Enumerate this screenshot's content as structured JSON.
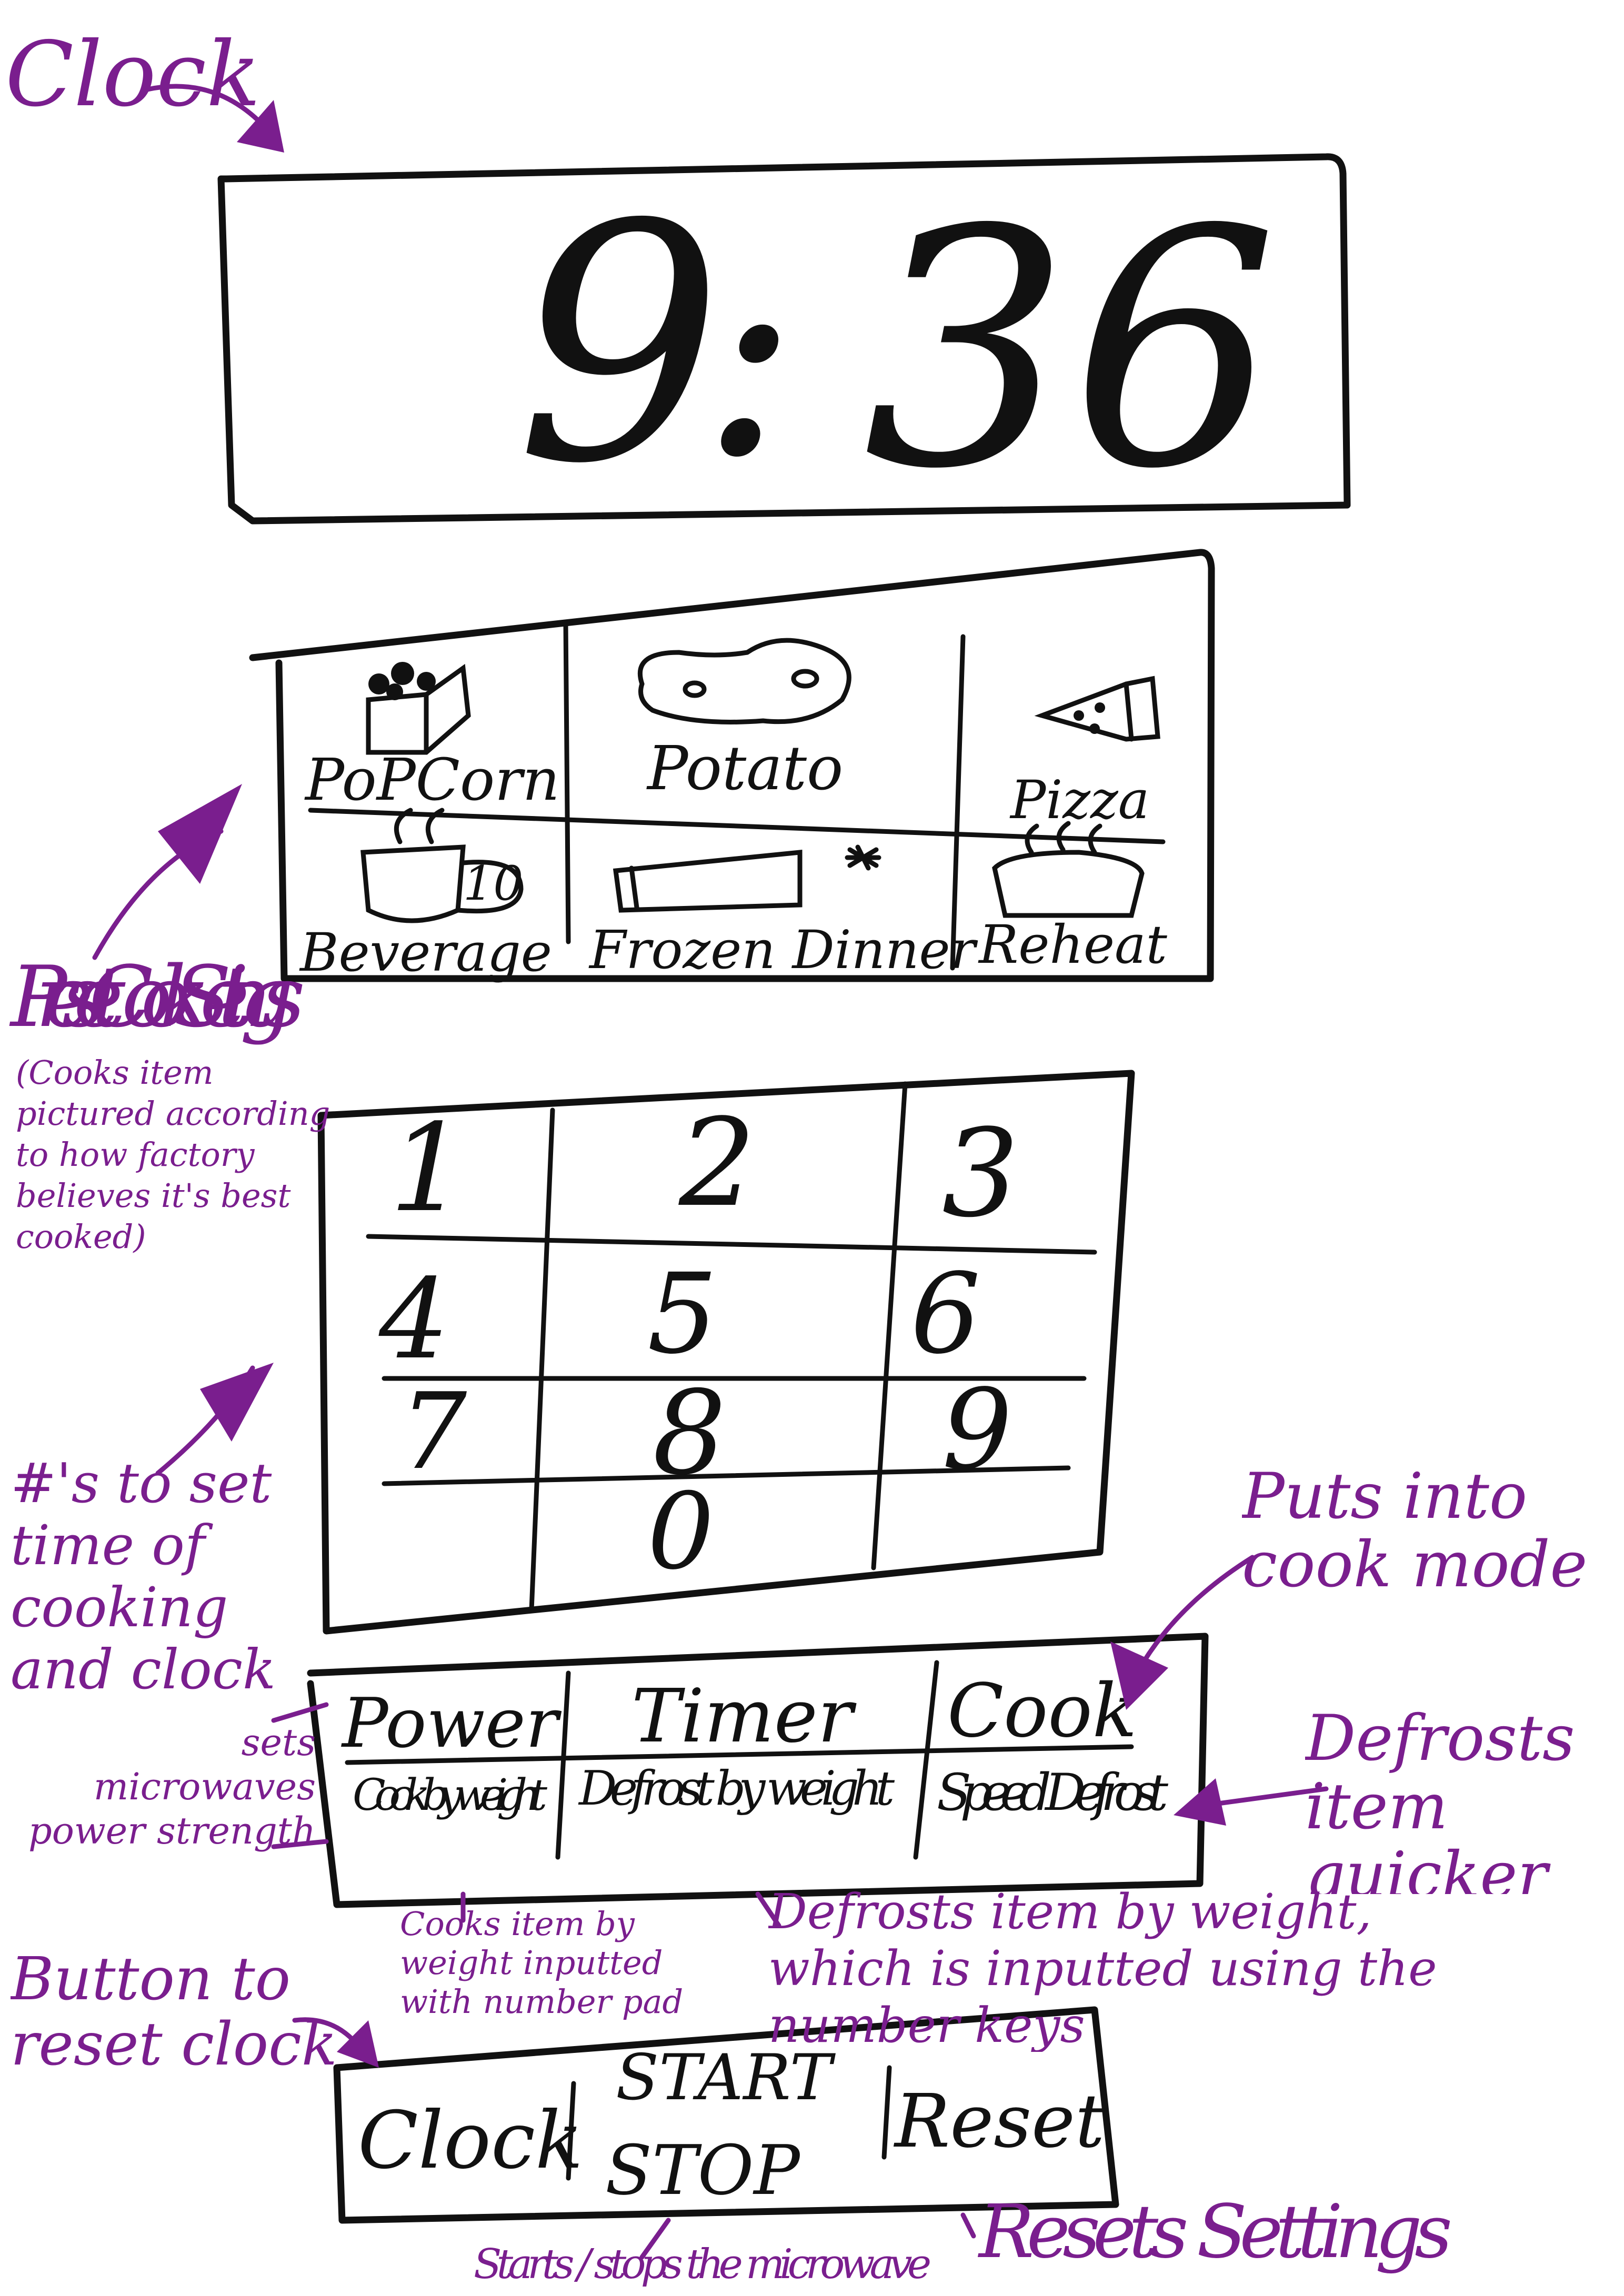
{
  "clock_display": {
    "hours": "9",
    "separator": ":",
    "minutes": "36"
  },
  "presets": [
    {
      "label": "PoPCorn",
      "icon": "popcorn-icon"
    },
    {
      "label": "Potato",
      "icon": "potato-icon"
    },
    {
      "label": "Pizza",
      "icon": "pizza-icon"
    },
    {
      "label": "Beverage",
      "icon": "mug-icon"
    },
    {
      "label": "Frozen Dinner",
      "icon": "tray-icon"
    },
    {
      "label": "Reheat",
      "icon": "bowl-icon"
    }
  ],
  "beverage_badge": "10",
  "keypad": [
    "1",
    "2",
    "3",
    "4",
    "5",
    "6",
    "7",
    "8",
    "9",
    "0"
  ],
  "functions": {
    "power": "Power",
    "timer": "Timer",
    "cook": "Cook",
    "cook_by_weight": "Cook by weight",
    "defrost_by_weight": "Defrost by weight",
    "speed_defrost": "Speed Defrost"
  },
  "controls": {
    "clock": "Clock",
    "start": "START",
    "stop": "STOP",
    "reset": "Reset"
  },
  "annotations": {
    "clock": "Clock",
    "presets_title": "Preset Cook Settings",
    "presets_note": "(Cooks item pictured according to how factory believes it's best cooked)",
    "keypad_note": "#'s to set time of cooking and clock",
    "power_note": "sets microwaves power strength",
    "cook_note": "Puts into cook mode",
    "speed_defrost_note": "Defrosts item quicker",
    "cook_by_weight_note": "Cooks item by weight inputted with number pad",
    "defrost_by_weight_note": "Defrosts item by weight, which is inputted using the number keys",
    "clock_button_note": "Button to reset clock",
    "start_stop_note": "Starts / stops the microwave",
    "reset_note": "Resets Settings"
  },
  "colors": {
    "ink": "#111111",
    "annotation": "#7a1e8e"
  }
}
